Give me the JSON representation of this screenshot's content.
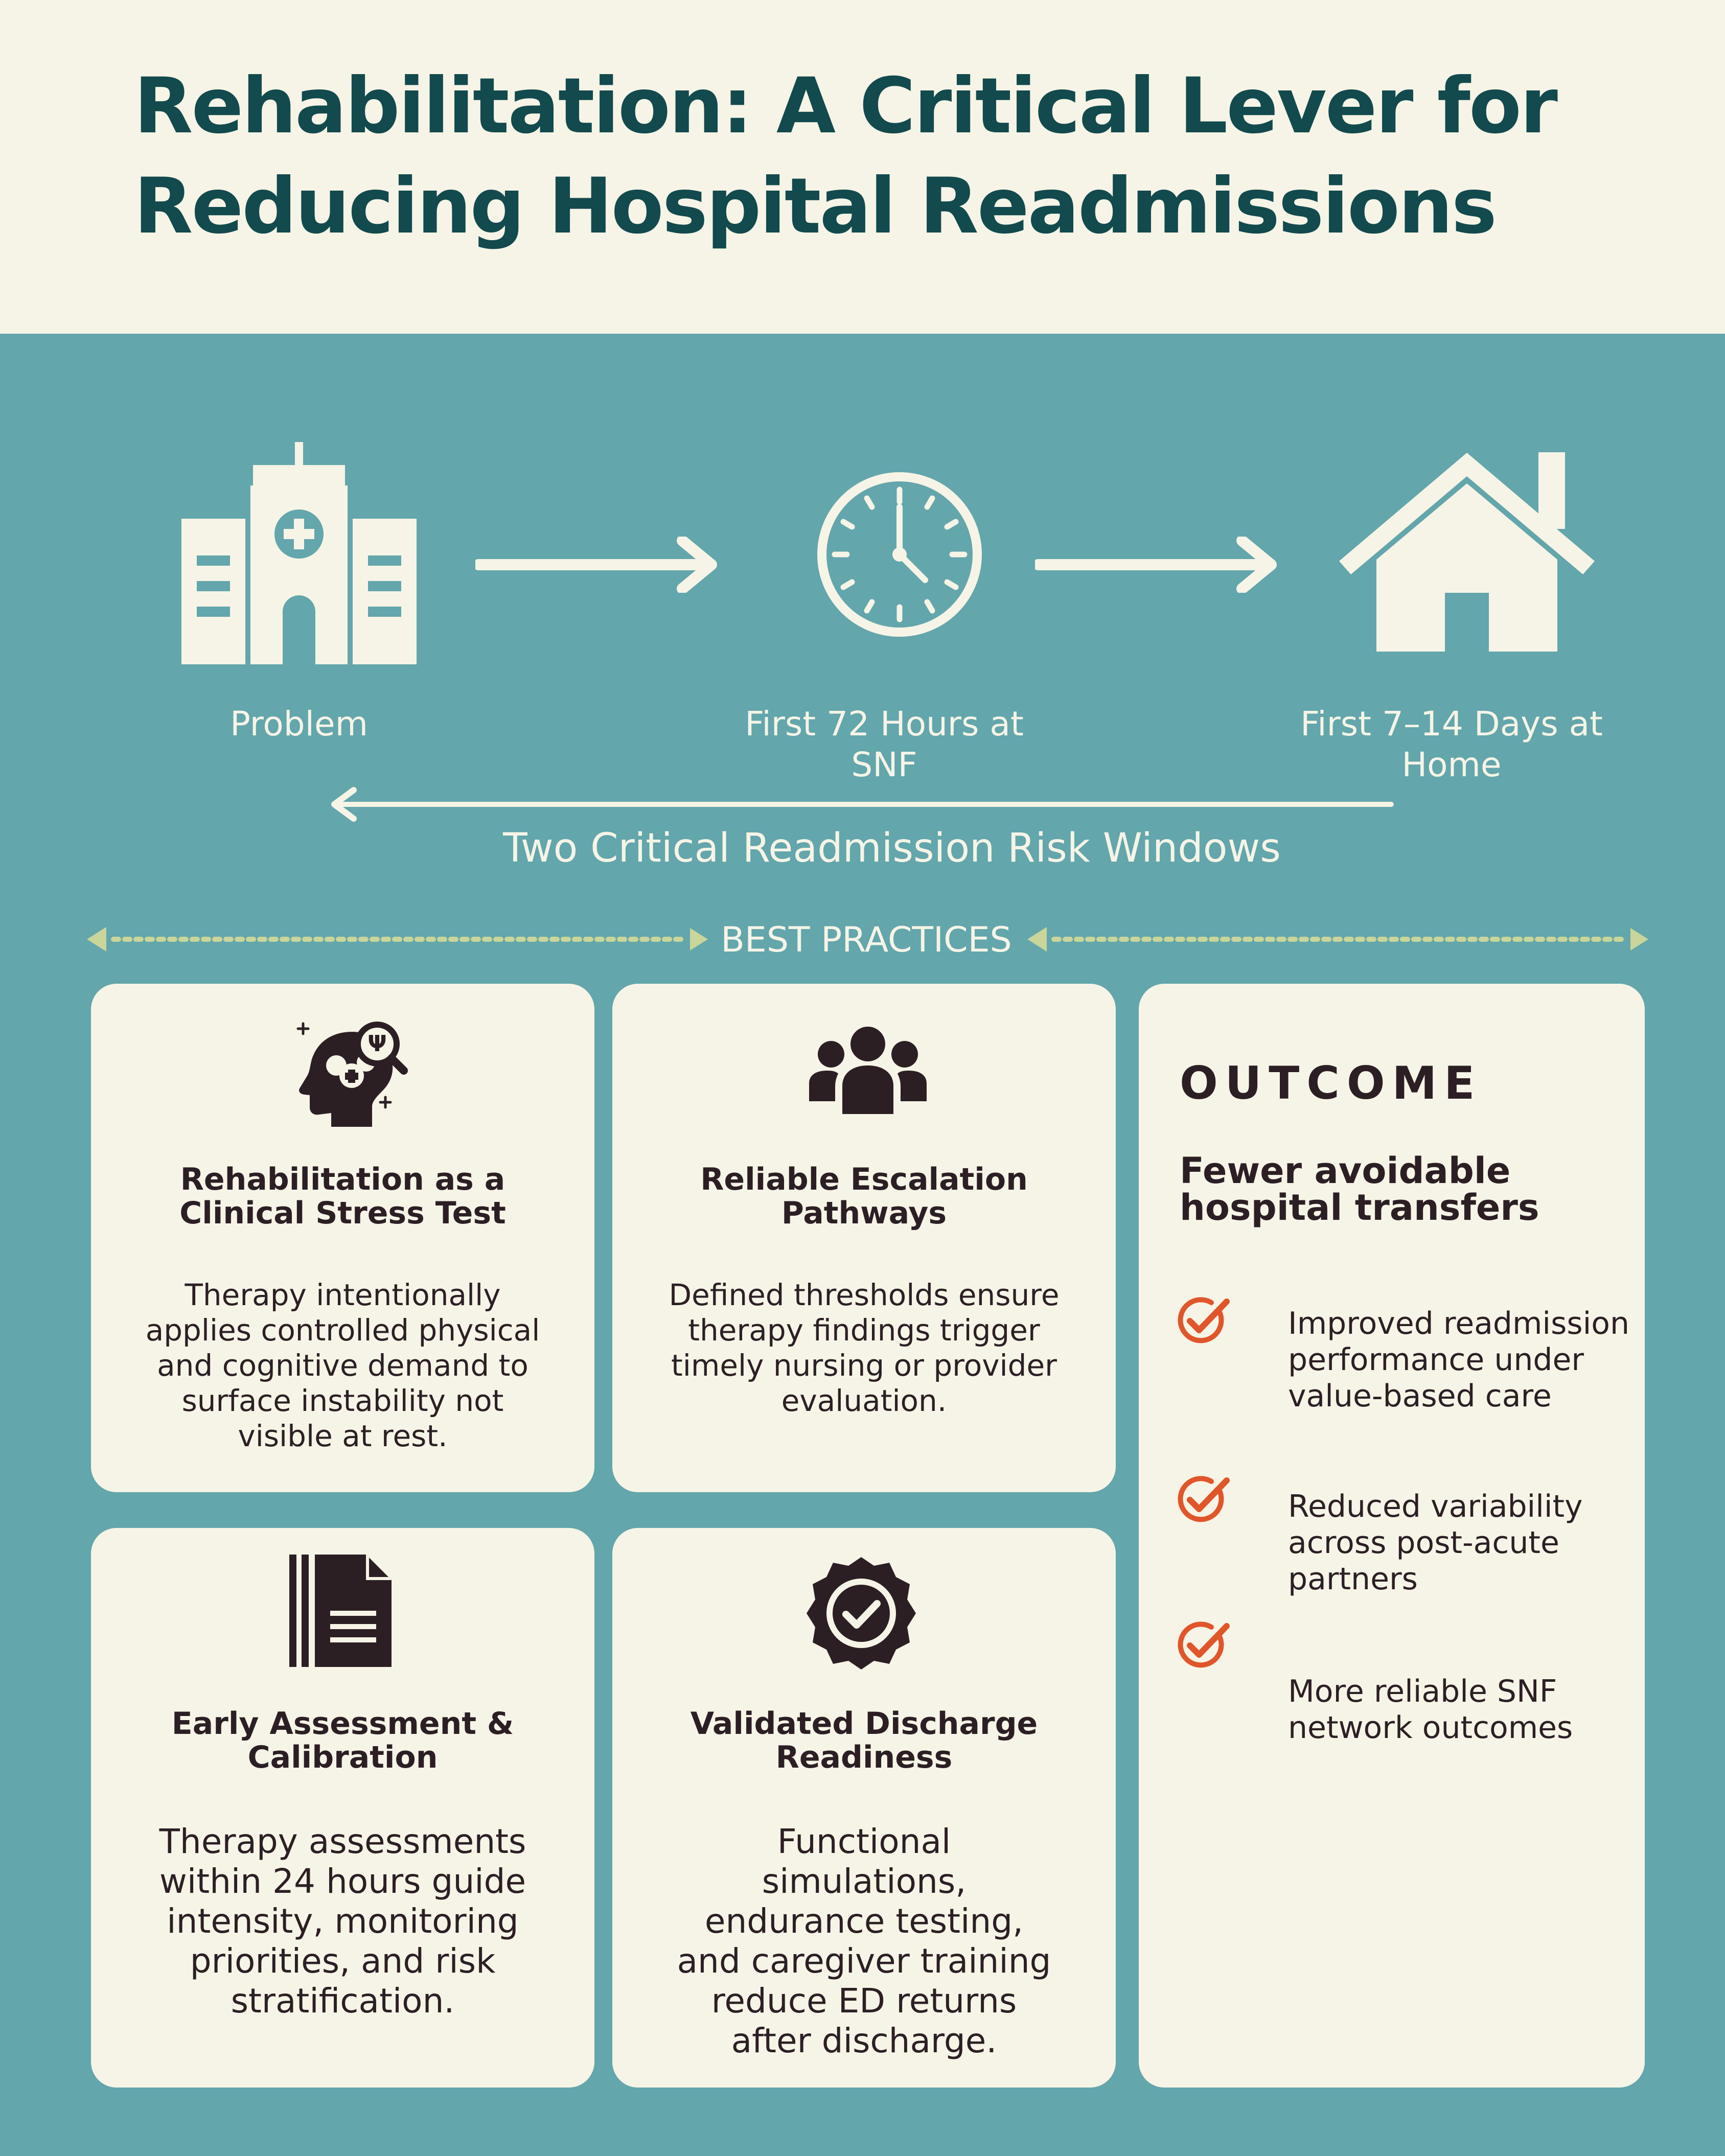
{
  "header": {
    "title_lines": [
      "Rehabilitation: A Critical Lever for",
      "Reducing Hospital Readmissions"
    ]
  },
  "flow": {
    "steps": [
      {
        "icon": "hospital-icon",
        "label_lines": [
          "Problem"
        ]
      },
      {
        "icon": "clock-icon",
        "label_lines": [
          "First 72 Hours at",
          "SNF"
        ]
      },
      {
        "icon": "house-icon",
        "label_lines": [
          "First 7–14 Days at",
          "Home"
        ]
      }
    ],
    "caption": "Two Critical Readmission Risk Windows"
  },
  "best_practices": {
    "label": "BEST PRACTICES",
    "cards": [
      {
        "icon": "mind-assessment-icon",
        "title_lines": [
          "Rehabilitation as a",
          "Clinical Stress Test"
        ],
        "body_lines": [
          "Therapy intentionally",
          "applies controlled physical",
          "and cognitive demand to",
          "surface instability not",
          "visible at rest."
        ]
      },
      {
        "icon": "team-group-icon",
        "title_lines": [
          "Reliable Escalation",
          "Pathways"
        ],
        "body_lines": [
          "Defined thresholds ensure",
          "therapy findings trigger",
          "timely nursing or provider",
          "evaluation."
        ]
      },
      {
        "icon": "documents-icon",
        "title_lines": [
          "Early Assessment &",
          "Calibration"
        ],
        "body_lines": [
          "Therapy assessments",
          "within 24 hours guide",
          "intensity, monitoring",
          "priorities, and risk",
          "stratification."
        ]
      },
      {
        "icon": "verified-badge-icon",
        "title_lines": [
          "Validated Discharge",
          "Readiness"
        ],
        "body_lines": [
          "Functional",
          "simulations,",
          "endurance testing,",
          "and caregiver training",
          "reduce ED returns",
          "after discharge."
        ]
      }
    ]
  },
  "outcome": {
    "heading": "OUTCOME",
    "subtitle_lines": [
      "Fewer avoidable",
      "hospital transfers"
    ],
    "items": [
      {
        "icon": "check-icon",
        "lines": [
          "Improved readmission",
          "performance under",
          "value-based care"
        ]
      },
      {
        "icon": "check-icon",
        "lines": [
          "Reduced variability",
          "across post-acute",
          "partners"
        ]
      },
      {
        "icon": "check-icon",
        "lines": [
          "More reliable SNF",
          "network outcomes"
        ]
      }
    ]
  },
  "colors": {
    "background": "#63a6ac",
    "header_bg": "#f6f4e6",
    "title": "#124a4e",
    "card_bg": "#f6f4e6",
    "text_dark": "#2c1f24",
    "accent_check": "#e0562a",
    "dotted_line": "#c9d59a"
  }
}
